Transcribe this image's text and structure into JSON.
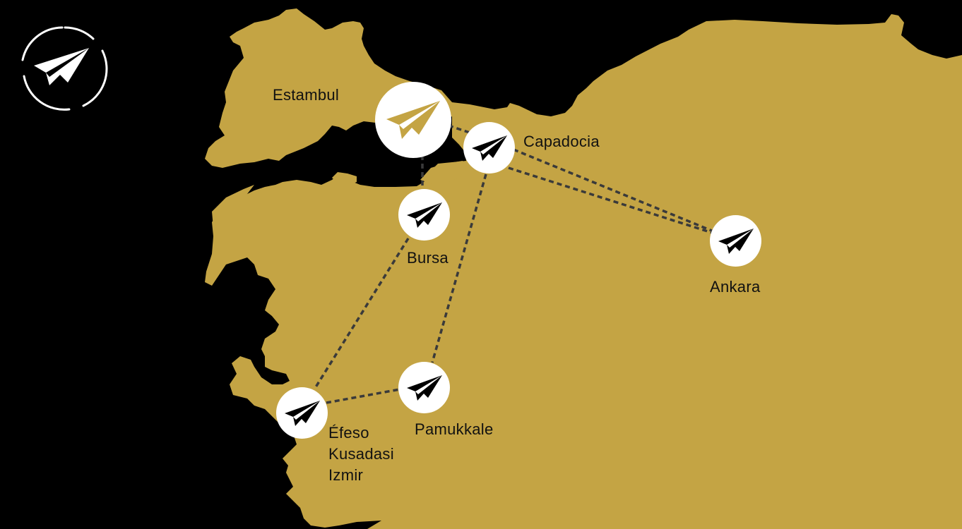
{
  "colors": {
    "background": "#000000",
    "land": "#c4a444",
    "marker_bg": "#ffffff",
    "marker_icon": "#000000",
    "origin_icon": "#c4a444",
    "route_line": "#3a3a3a",
    "label_text": "#111111"
  },
  "logo": {
    "icon": "paper-plane-icon"
  },
  "origin": {
    "name": "Estambul",
    "icon": "paper-plane-icon"
  },
  "cities": [
    {
      "id": "estambul",
      "name": "Estambul"
    },
    {
      "id": "capadocia",
      "name": "Capadocia"
    },
    {
      "id": "bursa",
      "name": "Bursa"
    },
    {
      "id": "ankara",
      "name": "Ankara"
    },
    {
      "id": "pamukkale",
      "name": "Pamukkale"
    },
    {
      "id": "efeso",
      "name": "Éfeso",
      "line2": "Kusadasi",
      "line3": "Izmir"
    }
  ],
  "routes": [
    [
      "Estambul",
      "Capadocia"
    ],
    [
      "Estambul",
      "Bursa"
    ],
    [
      "Capadocia",
      "Ankara"
    ],
    [
      "Capadocia",
      "Ankara"
    ],
    [
      "Capadocia",
      "Pamukkale"
    ],
    [
      "Bursa",
      "Éfeso"
    ],
    [
      "Éfeso",
      "Pamukkale"
    ]
  ]
}
